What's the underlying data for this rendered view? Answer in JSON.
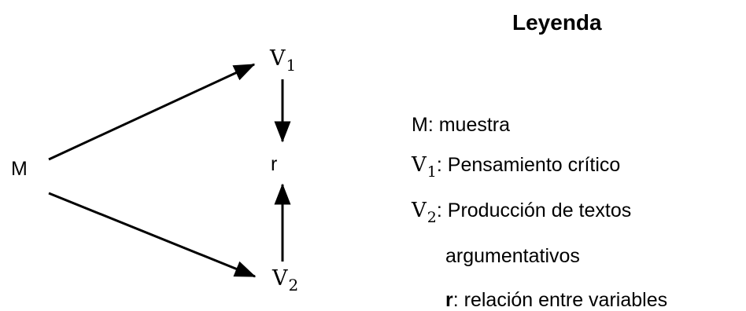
{
  "diagram": {
    "nodes": {
      "m": "M",
      "v1": {
        "base": "V",
        "sub": "1"
      },
      "r": "r",
      "v2": {
        "base": "V",
        "sub": "2"
      }
    }
  },
  "legend": {
    "title": "Leyenda",
    "m_text": "M: muestra",
    "v1": {
      "base": "V",
      "sub": "1",
      "text": ": Pensamiento crítico"
    },
    "v2": {
      "base": "V",
      "sub": "2",
      "text": ": Producción de textos",
      "text_cont": "argumentativos"
    },
    "r": {
      "symbol": "r",
      "text": ":  relación entre variables"
    }
  }
}
